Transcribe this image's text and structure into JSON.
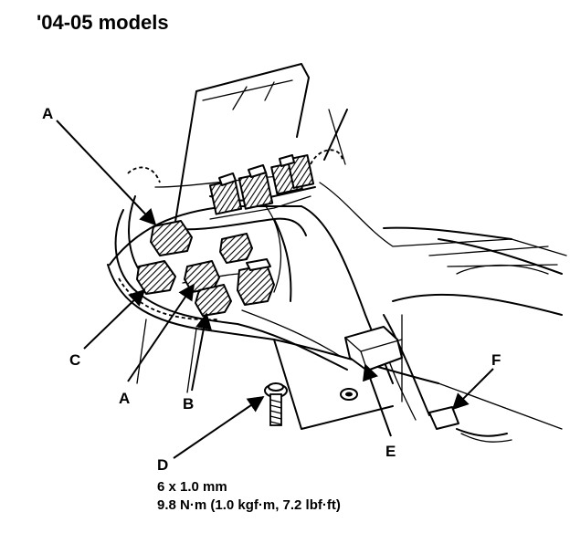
{
  "heading": "'04-05 models",
  "labels": {
    "a_upper": "A",
    "a_lower": "A",
    "b": "B",
    "c": "C",
    "d": "D",
    "e": "E",
    "f": "F"
  },
  "bolt_spec": {
    "size": "6 x 1.0 mm",
    "torque": "9.8 N·m (1.0 kgf·m, 7.2 lbf·ft)"
  }
}
